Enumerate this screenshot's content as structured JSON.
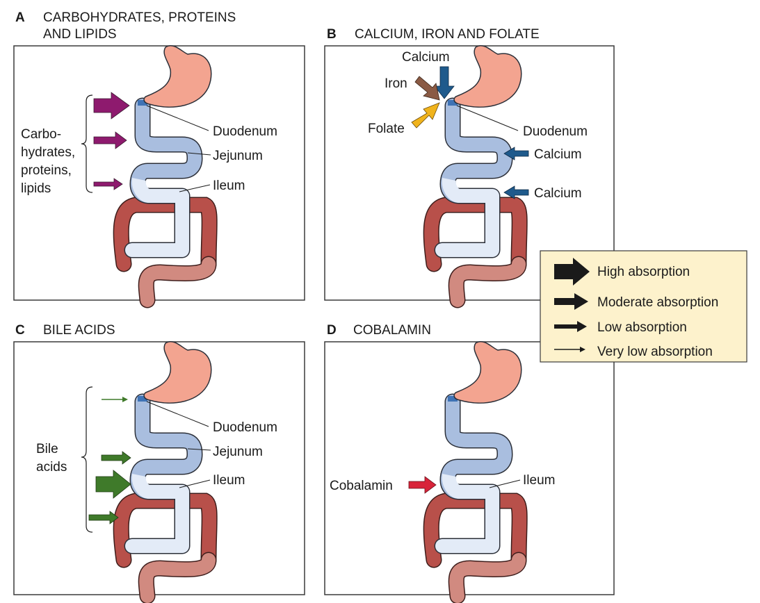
{
  "panels": {
    "a": {
      "letter": "A",
      "title_line1": "CARBOHYDRATES, PROTEINS",
      "title_line2": "AND LIPIDS",
      "labels": {
        "duodenum": "Duodenum",
        "jejunum": "Jejunum",
        "ileum": "Ileum"
      },
      "side_label": [
        "Carbo-",
        "hydrates,",
        "proteins,",
        "lipids"
      ],
      "arrow_color": "#8e1a6e",
      "arrow_levels": [
        "high",
        "moderate",
        "low"
      ]
    },
    "b": {
      "letter": "B",
      "title": "CALCIUM, IRON AND FOLATE",
      "labels": {
        "duodenum": "Duodenum",
        "calcium_top": "Calcium",
        "iron": "Iron",
        "folate": "Folate",
        "calcium_mid": "Calcium",
        "calcium_low": "Calcium"
      },
      "colors": {
        "calcium": "#1f5a8c",
        "iron": "#8a5a44",
        "folate": "#f0b31c"
      }
    },
    "c": {
      "letter": "C",
      "title": "BILE ACIDS",
      "labels": {
        "duodenum": "Duodenum",
        "jejunum": "Jejunum",
        "ileum": "Ileum"
      },
      "side_label": [
        "Bile",
        "acids"
      ],
      "arrow_color": "#3f7a2a",
      "arrow_levels": [
        "very low",
        "low",
        "high",
        "low"
      ]
    },
    "d": {
      "letter": "D",
      "title": "COBALAMIN",
      "labels": {
        "ileum": "Ileum",
        "cobalamin": "Cobalamin"
      },
      "arrow_color": "#d8243a"
    }
  },
  "legend": {
    "items": [
      {
        "label": "High absorption",
        "level": "high"
      },
      {
        "label": "Moderate absorption",
        "level": "moderate"
      },
      {
        "label": "Low absorption",
        "level": "low"
      },
      {
        "label": "Very low absorption",
        "level": "very low"
      }
    ],
    "background": "#fdf2cc"
  },
  "colors": {
    "stomach": "#f3a490",
    "small_intestine": "#a9bedf",
    "colon": "#b8504a"
  }
}
